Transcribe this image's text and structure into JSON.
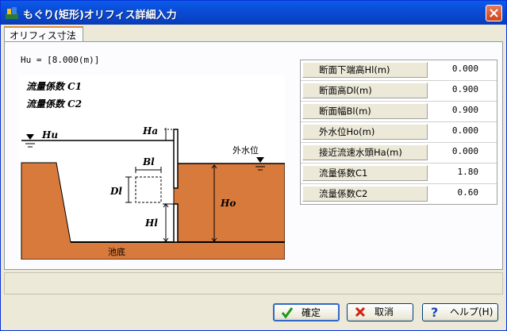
{
  "window": {
    "title": "もぐり(矩形)オリフィス詳細入力"
  },
  "tab": {
    "label": "オリフィス寸法"
  },
  "hu_display": "Hu = [8.000(m)]",
  "diagram": {
    "coef1": "流量係数 C1",
    "coef2": "流量係数 C2",
    "hu": "Hu",
    "ha": "Ha",
    "bl": "Bl",
    "dl": "Dl",
    "hl": "Hl",
    "ho": "Ho",
    "outer_level": "外水位",
    "pond_bottom": "池底",
    "ground_color": "#d97a3d"
  },
  "params": [
    {
      "label": "断面下端高Hl(m)",
      "value": "0.000"
    },
    {
      "label": "断面高Dl(m)",
      "value": "0.900"
    },
    {
      "label": "断面幅Bl(m)",
      "value": "0.900"
    },
    {
      "label": "外水位Ho(m)",
      "value": "0.000"
    },
    {
      "label": "接近流速水頭Ha(m)",
      "value": "0.000"
    },
    {
      "label": "流量係数C1",
      "value": "1.80"
    },
    {
      "label": "流量係数C2",
      "value": "0.60"
    }
  ],
  "buttons": {
    "ok": "確定",
    "cancel": "取消",
    "help": "ヘルプ(H)"
  }
}
